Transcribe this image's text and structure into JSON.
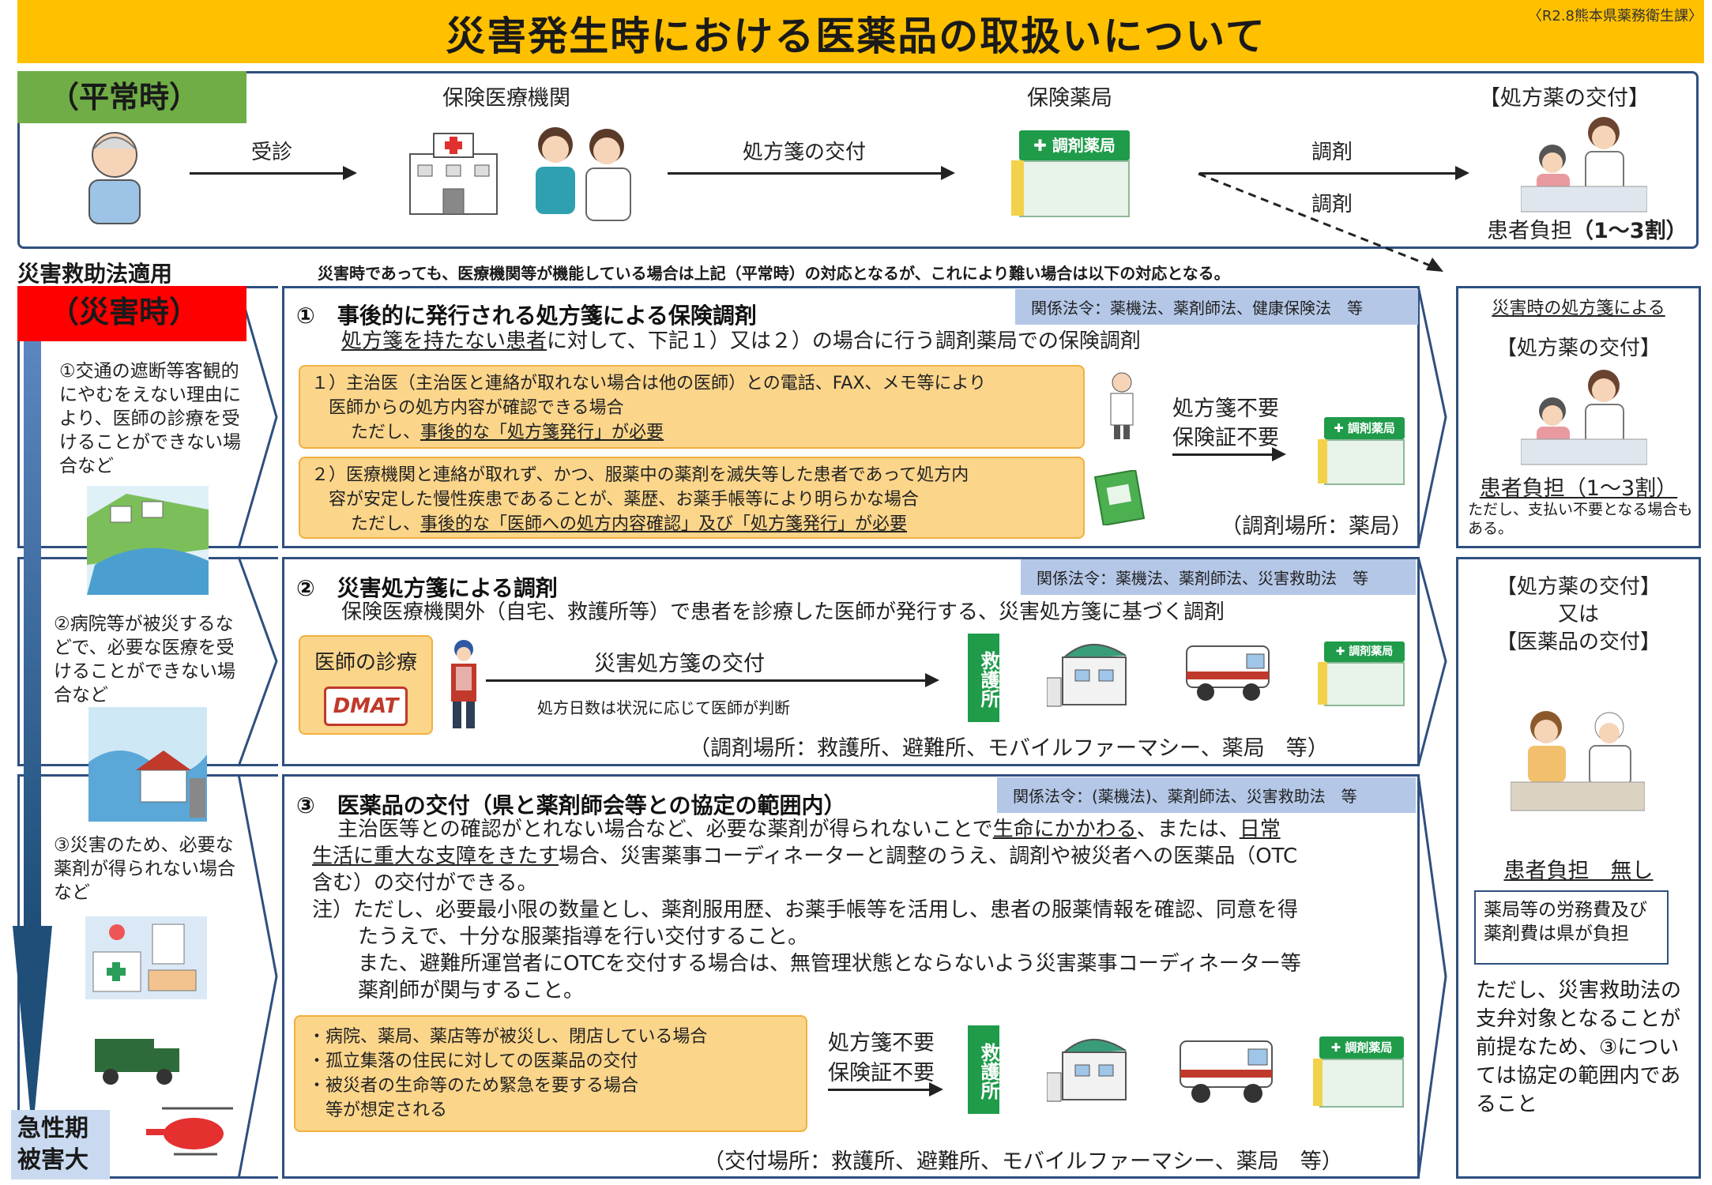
{
  "header": {
    "title": "災害発生時における医薬品の取扱いについて",
    "source": "〈R2.8熊本県薬務衛生課〉"
  },
  "normal": {
    "tag": "（平常時）",
    "hospital_label": "保険医療機関",
    "pharmacy_label": "保険薬局",
    "deliver_label": "【処方薬の交付】",
    "step1": "受診",
    "step2": "処方箋の交付",
    "step3a": "調剤",
    "step3b": "調剤",
    "burden_prefix": "患者負担",
    "burden_value": "（1〜3割）",
    "pharmacy_sign": "✚ 調剤薬局"
  },
  "disaster": {
    "law_applied": "災害救助法適用",
    "note": "災害時であっても、医療機関等が機能している場合は上記（平常時）の対応となるが、これにより難い場合は以下の対応となる。",
    "tag": "（災害時）",
    "bottom_label_1": "急性期",
    "bottom_label_2": "被害大"
  },
  "left_cases": [
    {
      "text": "①交通の遮断等客観的にやむをえない理由により、医師の診療を受けることができない場合など"
    },
    {
      "text": "②病院等が被災するなどで、必要な医療を受けることができない場合など"
    },
    {
      "text": "③災害のため、必要な薬剤が得られない場合など"
    }
  ],
  "section1": {
    "num": "①",
    "title": "事後的に発行される処方箋による保険調剤",
    "law": "関係法令：薬機法、薬剤師法、健康保険法　等",
    "desc_u": "処方箋を持たない患者",
    "desc_rest": "に対して、下記１）又は２）の場合に行う調剤薬局での保険調剤",
    "box1_line1": "１）主治医（主治医と連絡が取れない場合は他の医師）との電話、FAX、メモ等により",
    "box1_line2": "医師からの処方内容が確認できる場合",
    "box1_line3_pre": "ただし、",
    "box1_line3_u": "事後的な「処方箋発行」が必要",
    "box2_line1": "２）医療機関と連絡が取れず、かつ、服薬中の薬剤を滅失等した患者であって処方内",
    "box2_line2": "容が安定した慢性疾患であることが、薬歴、お薬手帳等により明らかな場合",
    "box2_line3_pre": "ただし、",
    "box2_line3_u": "事後的な「医師への処方内容確認」及び「処方箋発行」が必要",
    "no_rx": "処方箋不要",
    "no_ins": "保険証不要",
    "place": "（調剤場所：薬局）"
  },
  "section2": {
    "num": "②",
    "title": "災害処方箋による調剤",
    "law": "関係法令：薬機法、薬剤師法、災害救助法　等",
    "desc": "保険医療機関外（自宅、救護所等）で患者を診療した医師が発行する、災害処方箋に基づく調剤",
    "doctor_label": "医師の診療",
    "dmat": "DMAT",
    "arrow_label": "災害処方箋の交付",
    "days_note": "処方日数は状況に応じて医師が判断",
    "aid_station": "救護所",
    "place": "（調剤場所：救護所、避難所、モバイルファーマシー、薬局　等）"
  },
  "section3": {
    "num": "③",
    "title": "医薬品の交付（県と薬剤師会等との協定の範囲内）",
    "law": "関係法令：(薬機法)、薬剤師法、災害救助法　等",
    "p1_a": "主治医等との確認がとれない場合など、必要な薬剤が得られないことで",
    "p1_u1": "生命にかかわる",
    "p1_b": "、または、",
    "p1_u2": "日常",
    "p2_u": "生活に重大な支障をきたす",
    "p2_rest": "場合、災害薬事コーディネーターと調整のうえ、調剤や被災者への医薬品（OTC",
    "p3": "含む）の交付ができる。",
    "note1": "注）ただし、必要最小限の数量とし、薬剤服用歴、お薬手帳等を活用し、患者の服薬情報を確認、同意を得",
    "note2": "たうえで、十分な服薬指導を行い交付すること。",
    "note3": "また、避難所運営者にOTCを交付する場合は、無管理状態とならないよう災害薬事コーディネーター等",
    "note4": "薬剤師が関与すること。",
    "box_lines": [
      "・病院、薬局、薬店等が被災し、閉店している場合",
      "・孤立集落の住民に対しての医薬品の交付",
      "・被災者の生命等のため緊急を要する場合",
      "　等が想定される"
    ],
    "no_rx": "処方箋不要",
    "no_ins": "保険証不要",
    "aid_station": "救護所",
    "place": "（交付場所：救護所、避難所、モバイルファーマシー、薬局　等）"
  },
  "right1": {
    "line1": "災害時の処方箋による",
    "line2": "【処方薬の交付】",
    "burden": "患者負担（1〜3割）",
    "note": "ただし、支払い不要となる場合もある。"
  },
  "right2": {
    "line1": "【処方薬の交付】",
    "line2": "又は",
    "line3": "【医薬品の交付】",
    "burden": "患者負担　無し",
    "box": "薬局等の労務費及び薬剤費は県が負担",
    "note": "ただし、災害救助法の支弁対象となることが前提なため、③については協定の範囲内であること"
  },
  "colors": {
    "title_bg": "#ffc000",
    "normal_tag": "#70ad47",
    "disaster_tag": "#ff0000",
    "border": "#2f4f7f",
    "law_tag": "#b4c7e7",
    "orange_box": "#fbd58a",
    "pharmacy_green": "#1f9b4a"
  }
}
